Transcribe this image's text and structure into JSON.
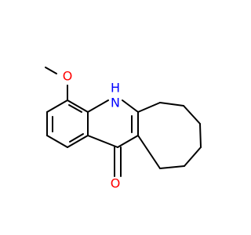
{
  "molecule": {
    "atoms": {
      "oxygen_methoxy": {
        "label": "O",
        "color": "#ff0000"
      },
      "nitrogen_h": {
        "label": "N",
        "color": "#0000ff"
      },
      "hydrogen_on_n": {
        "label": "H",
        "color": "#0000ff"
      },
      "oxygen_carbonyl": {
        "label": "O",
        "color": "#ff0000"
      }
    },
    "bond_color": "#000000",
    "background": "#ffffff"
  }
}
